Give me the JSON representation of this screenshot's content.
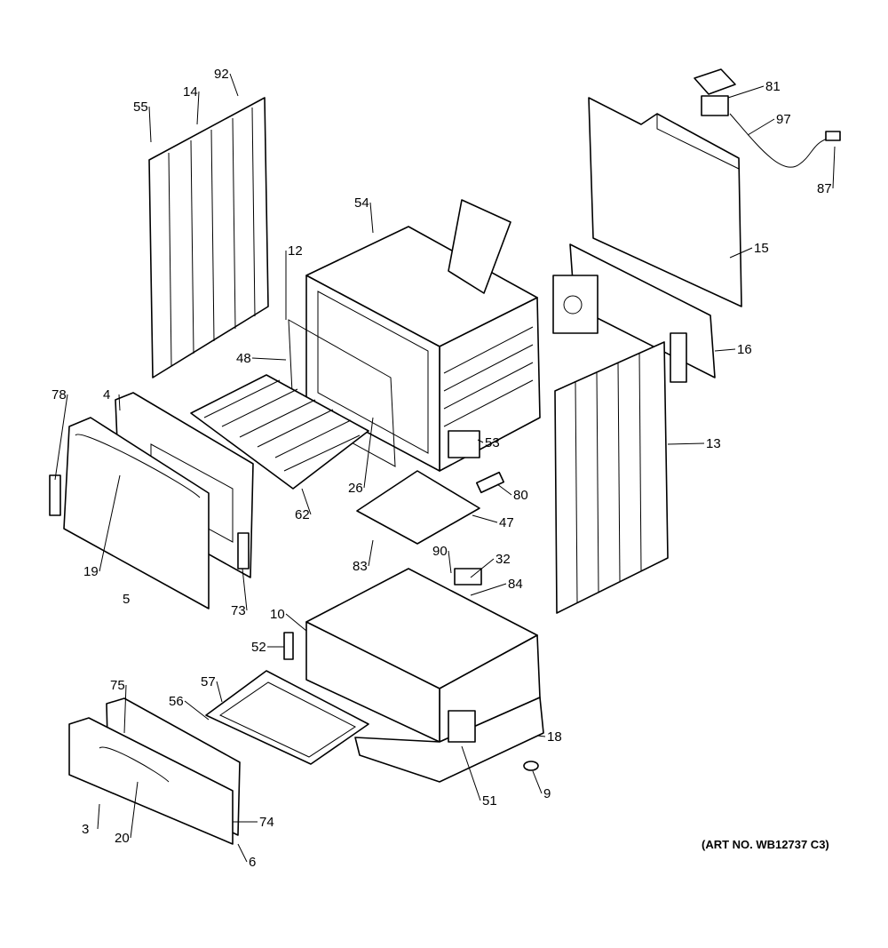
{
  "diagram": {
    "title": "Range exploded parts view",
    "art_number": "(ART NO. WB12737 C3)",
    "part_numbers": [
      "92",
      "14",
      "55",
      "54",
      "12",
      "48",
      "4",
      "78",
      "19",
      "5",
      "62",
      "26",
      "53",
      "80",
      "47",
      "83",
      "90",
      "32",
      "84",
      "73",
      "10",
      "52",
      "57",
      "56",
      "75",
      "18",
      "9",
      "51",
      "74",
      "3",
      "20",
      "6",
      "81",
      "97",
      "87",
      "15",
      "16",
      "13"
    ]
  }
}
